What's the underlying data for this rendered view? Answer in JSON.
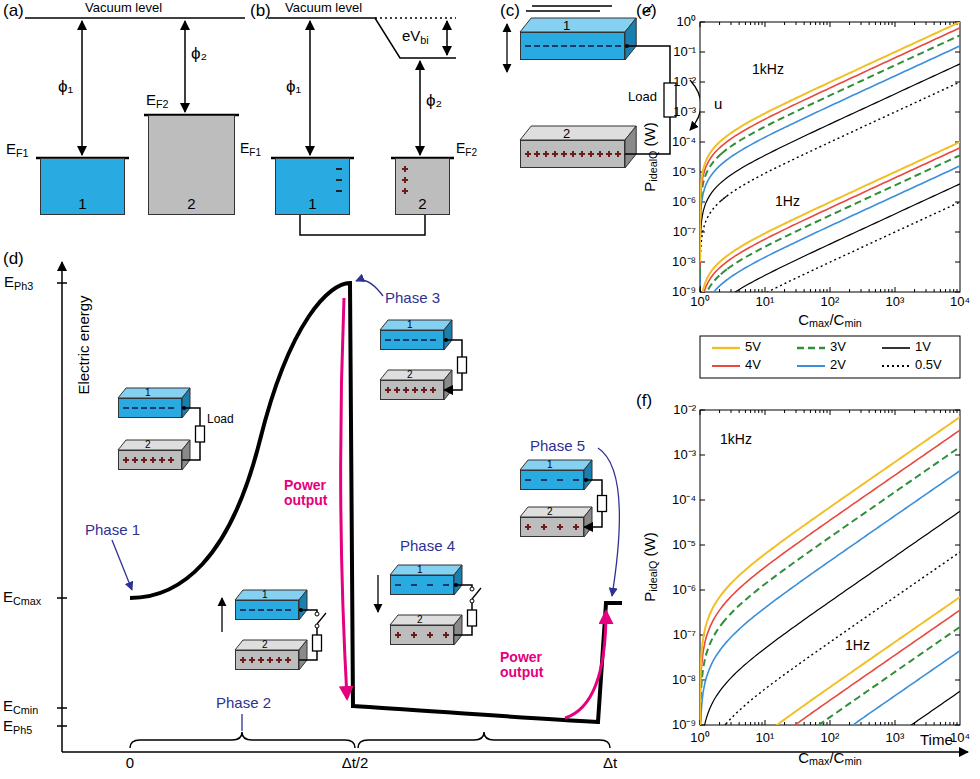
{
  "diagram": {
    "nodes": [
      {
        "text": [
          "1"
        ]
      },
      {
        "text": [
          "2"
        ]
      },
      {
        "text": [
          "1"
        ]
      },
      {
        "text": [
          "2"
        ]
      },
      {
        "text": [
          "1"
        ]
      },
      {
        "text": [
          "2"
        ]
      },
      {
        "text": [
          "1"
        ]
      },
      {
        "text": [
          "2"
        ]
      },
      {
        "text": [
          "1"
        ]
      },
      {
        "text": [
          "2"
        ]
      },
      {
        "text": [
          "1"
        ]
      },
      {
        "text": [
          "2"
        ]
      },
      {
        "text": [
          "1"
        ]
      },
      {
        "text": [
          "2"
        ]
      },
      {
        "text": [
          "1"
        ]
      },
      {
        "text": [
          "2"
        ]
      }
    ],
    "edges": [
      {
        "from": 2,
        "to": 3,
        "arrow": "none"
      },
      {
        "from": 4,
        "to": 5,
        "arrow": "none"
      },
      {
        "from": 6,
        "to": 7,
        "arrow": "none"
      },
      {
        "from": 8,
        "to": 9,
        "arrow": "none"
      },
      {
        "from": 10,
        "to": 11,
        "arrow": "to"
      },
      {
        "from": 12,
        "to": 13,
        "arrow": "none"
      },
      {
        "from": 14,
        "to": 15,
        "arrow": "to"
      }
    ],
    "labels": [
      "(a)",
      "Vacuum level",
      "ϕ₁",
      "ϕ₂",
      "EF1",
      "EF2",
      "(b)",
      "Vacuum level",
      "eVbi",
      "ϕ₁",
      "ϕ₂",
      "EF1",
      "EF2",
      "(c)",
      "Load",
      "u",
      "(d)",
      "Electric energy",
      "EPh3",
      "ECmax",
      "ECmin",
      "EPh5",
      "Time",
      "0",
      "Δt/2",
      "Δt",
      "Phase 1",
      "Load",
      "Phase 2",
      "Power output",
      "Phase 3",
      "Phase 4",
      "Phase 5",
      "Power output",
      "(e)",
      "PidealQ (W)",
      "1kHz",
      "1Hz",
      "10⁰",
      "10⁻¹",
      "10⁻²",
      "10⁻³",
      "10⁻⁴",
      "10⁻⁵",
      "10⁻⁶",
      "10⁻⁷",
      "10⁻⁸",
      "10⁻⁹",
      "10⁰",
      "10¹",
      "10²",
      "10³",
      "10⁴",
      "Cmax/Cmin",
      "(f)",
      "PidealQ (W)",
      "1kHz",
      "1Hz",
      "10⁻²",
      "10⁻³",
      "10⁻⁴",
      "10⁻⁵",
      "10⁻⁶",
      "10⁻⁷",
      "10⁻⁸",
      "10⁻⁹",
      "10⁰",
      "10¹",
      "10²",
      "10³",
      "10⁴",
      "Cmax/Cmin"
    ],
    "legend": [
      {
        "text": "5V"
      },
      {
        "text": "3V"
      },
      {
        "text": "1V"
      },
      {
        "text": "4V"
      },
      {
        "text": "2V"
      },
      {
        "text": "0.5V"
      }
    ]
  }
}
